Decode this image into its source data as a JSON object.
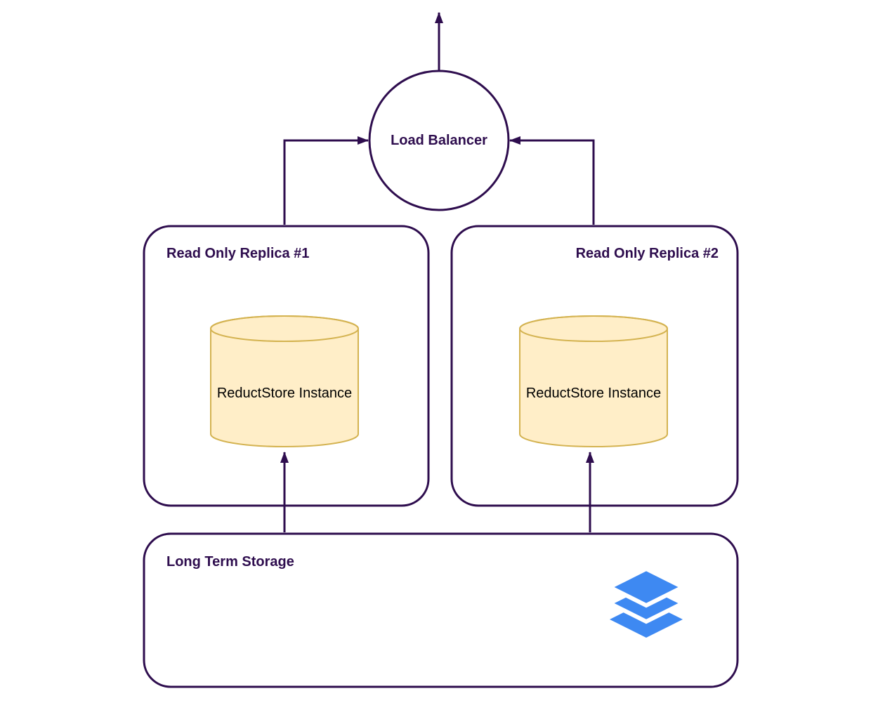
{
  "colors": {
    "stroke-purple": "#2e0d4e",
    "text-purple": "#2e0d4e",
    "cylinder-fill": "#ffeec8",
    "cylinder-stroke": "#d4b351",
    "cylinder-text": "#000000",
    "layers-blue": "#3e89f2",
    "background": "#ffffff"
  },
  "nodes": {
    "load_balancer": {
      "label": "Load Balancer",
      "shape": "circle"
    },
    "replica_1": {
      "title": "Read Only Replica #1",
      "instance": {
        "label": "ReductStore Instance",
        "shape": "cylinder"
      }
    },
    "replica_2": {
      "title": "Read Only Replica #2",
      "instance": {
        "label": "ReductStore Instance",
        "shape": "cylinder"
      }
    },
    "long_term_storage": {
      "title": "Long Term Storage",
      "icon": "layers-icon"
    }
  },
  "edges": [
    {
      "from": "load_balancer",
      "to": "external",
      "direction": "up"
    },
    {
      "from": "replica_1",
      "to": "load_balancer"
    },
    {
      "from": "replica_2",
      "to": "load_balancer"
    },
    {
      "from": "long_term_storage",
      "to": "replica_1.instance"
    },
    {
      "from": "long_term_storage",
      "to": "replica_2.instance"
    }
  ]
}
